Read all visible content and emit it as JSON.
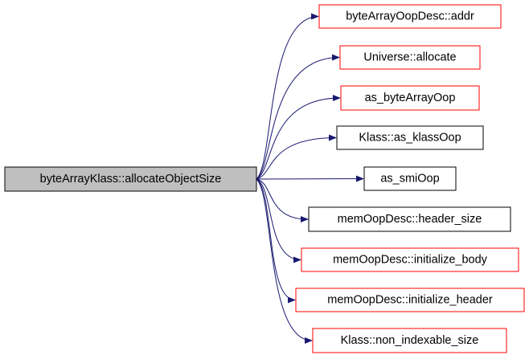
{
  "colors": {
    "edge": "#191970",
    "root_fill": "#bfbfbf",
    "root_border": "#000000",
    "linked_border": "#ff0000",
    "plain_border": "#000000"
  },
  "root": {
    "label": "byteArrayKlass::allocateObjectSize"
  },
  "callees": [
    {
      "label": "byteArrayOopDesc::addr",
      "border": "red"
    },
    {
      "label": "Universe::allocate",
      "border": "red"
    },
    {
      "label": "as_byteArrayOop",
      "border": "red"
    },
    {
      "label": "Klass::as_klassOop",
      "border": "black"
    },
    {
      "label": "as_smiOop",
      "border": "black"
    },
    {
      "label": "memOopDesc::header_size",
      "border": "black"
    },
    {
      "label": "memOopDesc::initialize_body",
      "border": "red"
    },
    {
      "label": "memOopDesc::initialize_header",
      "border": "red"
    },
    {
      "label": "Klass::non_indexable_size",
      "border": "red"
    }
  ]
}
